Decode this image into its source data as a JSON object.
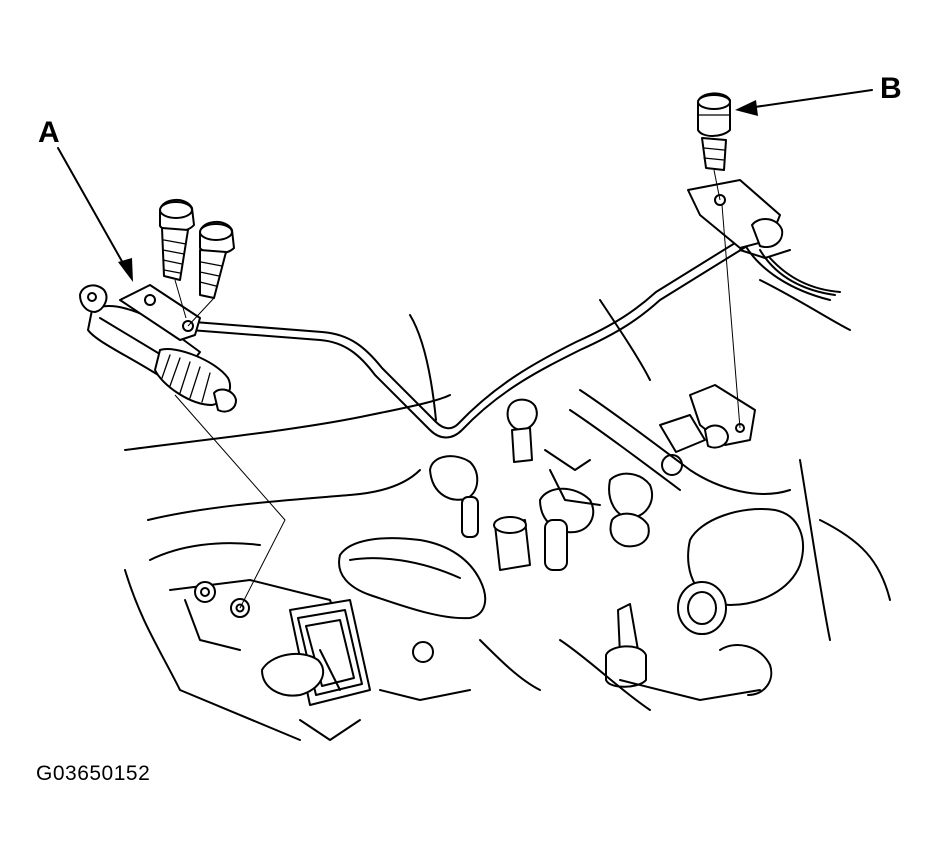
{
  "callouts": {
    "a": "A",
    "b": "B"
  },
  "figure_id": "G03650152",
  "colors": {
    "line": "#000000",
    "background": "#ffffff"
  }
}
